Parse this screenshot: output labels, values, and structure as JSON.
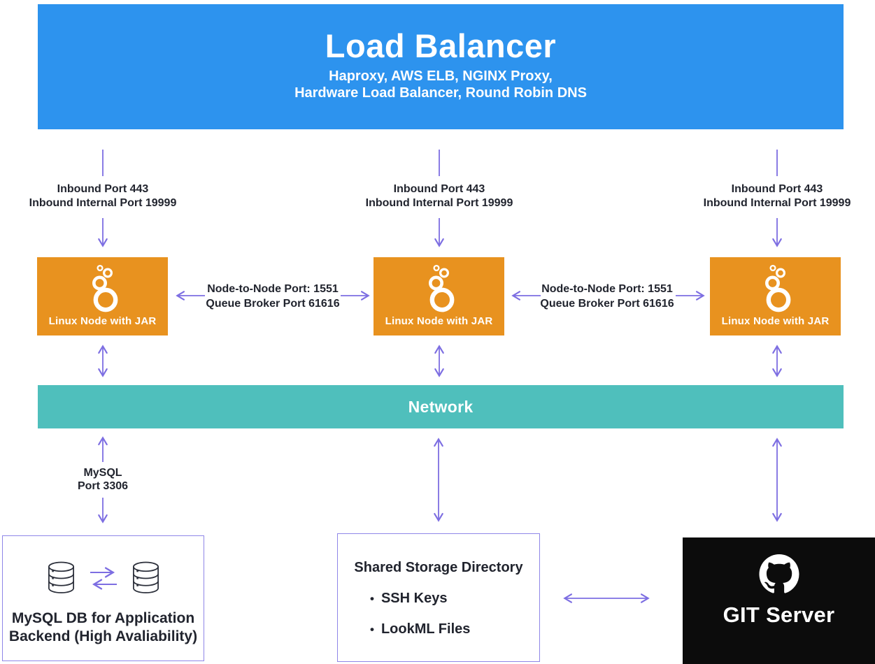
{
  "colors": {
    "banner_blue": "#2D93EE",
    "node_orange": "#E8921F",
    "network_teal": "#4FBFBC",
    "arrow_purple": "#7D6EE2",
    "box_border_purple": "#8F86E8",
    "git_black": "#0C0C0C",
    "text_dark": "#21242E"
  },
  "banner": {
    "title": "Load Balancer",
    "subtitle_line1": "Haproxy, AWS ELB, NGINX Proxy,",
    "subtitle_line2": "Hardware Load Balancer, Round Robin DNS"
  },
  "inbound_label": {
    "line1": "Inbound Port 443",
    "line2": "Inbound Internal Port 19999"
  },
  "node": {
    "label": "Linux Node with JAR",
    "icon": "looker-logo"
  },
  "node_link_label": {
    "line1": "Node-to-Node Port: 1551",
    "line2": "Queue Broker Port 61616"
  },
  "network": {
    "label": "Network"
  },
  "mysql_link_label": {
    "line1": "MySQL",
    "line2": "Port 3306"
  },
  "mysql_db_box": {
    "line1": "MySQL DB for Application",
    "line2": "Backend (High Avaliability)",
    "icon": "database-cylinder"
  },
  "shared_storage_box": {
    "title": "Shared Storage Directory",
    "bullet": "•",
    "items": [
      "SSH Keys",
      "LookML Files"
    ]
  },
  "git_box": {
    "label": "GIT Server",
    "icon": "github-octocat"
  }
}
